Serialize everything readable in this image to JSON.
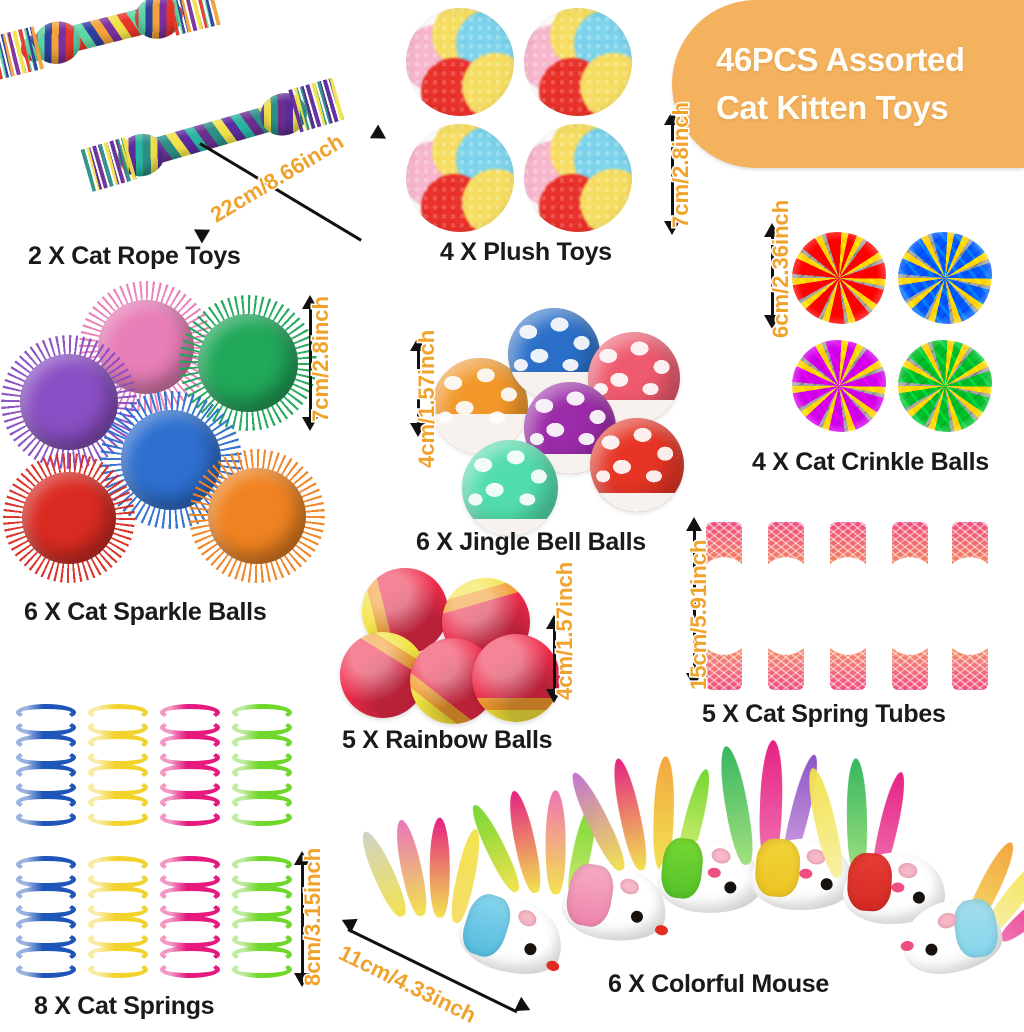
{
  "banner": {
    "line1": "46PCS Assorted",
    "line2": "Cat Kitten Toys",
    "bg_color": "#F4B15E",
    "text_color": "#FFFDF7"
  },
  "theme": {
    "background": "#FFFFFF",
    "caption_color": "#1A1A1A",
    "dimension_color": "#F0A32C",
    "arrow_color": "#111111"
  },
  "sections": [
    {
      "id": "rope-toys",
      "caption": "2 X Cat Rope Toys",
      "count": 2,
      "dimension": "22cm/8.66inch",
      "dimension_orientation": "diagonal",
      "item_colors": [
        "#E8362C",
        "#5FD6A5",
        "#2F3F9E",
        "#F2A33A",
        "#7B2FA0",
        "#F2E24A"
      ]
    },
    {
      "id": "plush-toys",
      "caption": "4 X Plush Toys",
      "count": 4,
      "dimension": "7cm/2.8inch",
      "dimension_orientation": "vertical",
      "item_colors": [
        "#F7B8CE",
        "#F6DD63",
        "#7FD4EC",
        "#E8322B"
      ]
    },
    {
      "id": "crinkle-balls",
      "caption": "4 X Cat Crinkle Balls",
      "count": 4,
      "dimension": "6cm/2.36inch",
      "dimension_orientation": "vertical",
      "item_colors": [
        "#D21E1E",
        "#1C5FC4",
        "#A524B5",
        "#18A64B"
      ]
    },
    {
      "id": "sparkle-balls",
      "caption": "6 X Cat Sparkle Balls",
      "count": 6,
      "dimension": "7cm/2.8inch",
      "dimension_orientation": "vertical",
      "item_colors": [
        "#E87FB8",
        "#21A85A",
        "#8A4FC4",
        "#2E6FD0",
        "#DA2B22",
        "#F08321"
      ]
    },
    {
      "id": "jingle-bell-balls",
      "caption": "6 X Jingle Bell Balls",
      "count": 6,
      "dimension": "4cm/1.57inch",
      "dimension_orientation": "vertical",
      "item_colors": [
        "#F2982A",
        "#2B6FC9",
        "#EE5A6E",
        "#9B2BA8",
        "#52DDAC",
        "#E63525"
      ]
    },
    {
      "id": "spring-tubes",
      "caption": "5 X Cat Spring Tubes",
      "count": 5,
      "dimension": "15cm/5.91inch",
      "dimension_orientation": "vertical",
      "item_colors": [
        "#EF4F7E",
        "#F79A45"
      ]
    },
    {
      "id": "rainbow-balls",
      "caption": "5 X Rainbow Balls",
      "count": 5,
      "dimension": "4cm/1.57inch",
      "dimension_orientation": "vertical",
      "item_colors": [
        "#EE2B4A",
        "#F29B2E",
        "#F2E23C",
        "#2FB45A",
        "#3AA0DC",
        "#FFFFFF"
      ]
    },
    {
      "id": "cat-springs",
      "caption": "8 X Cat Springs",
      "count": 8,
      "dimension": "8cm/3.15inch",
      "dimension_orientation": "vertical",
      "item_colors": [
        "#1E55B8",
        "#F2D32E",
        "#E5197E",
        "#6FD62A"
      ]
    },
    {
      "id": "colorful-mouse",
      "caption": "6 X Colorful Mouse",
      "count": 6,
      "dimension": "11cm/4.33inch",
      "dimension_orientation": "diagonal",
      "item_colors": [
        "#FFFFFF",
        "#F6DD63",
        "#E5197E",
        "#6FD62A",
        "#7FD4EC",
        "#E8322B"
      ]
    }
  ]
}
